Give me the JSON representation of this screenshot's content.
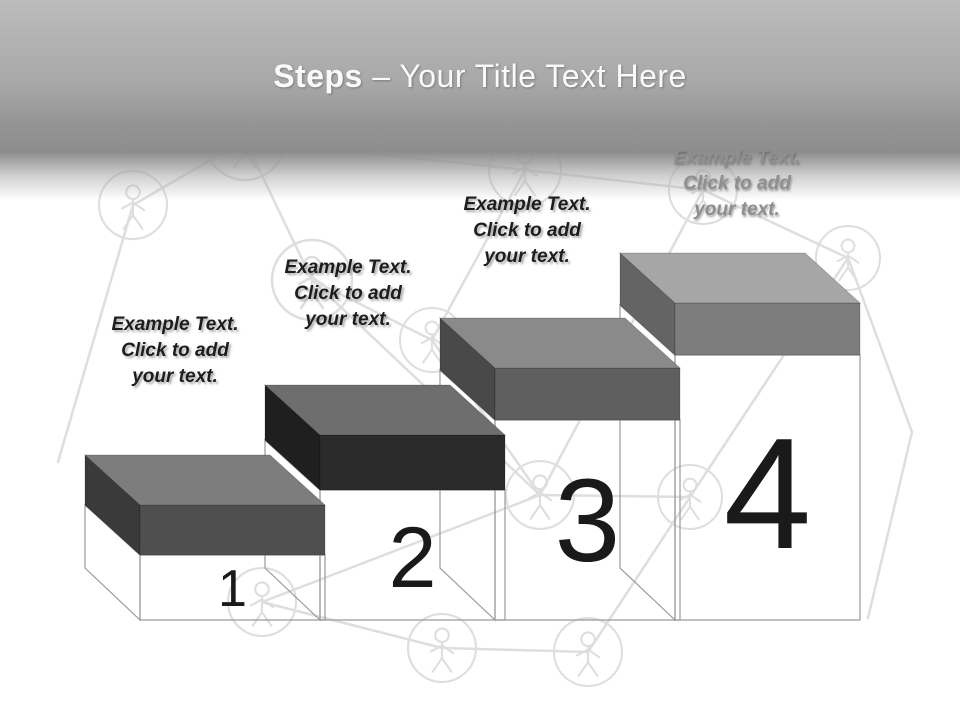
{
  "title": {
    "emphasis": "Steps",
    "rest": "– Your Title Text Here"
  },
  "steps": [
    {
      "number": "1",
      "label_lines": [
        "Example Text.",
        "Click  to add",
        "your text."
      ],
      "colors": {
        "top": "#7d7d7d",
        "front": "#4f4f4f",
        "side": "#3a3a3a"
      }
    },
    {
      "number": "2",
      "label_lines": [
        "Example Text.",
        "Click  to add",
        "your text."
      ],
      "colors": {
        "top": "#6e6e6e",
        "front": "#2b2b2b",
        "side": "#1f1f1f"
      }
    },
    {
      "number": "3",
      "label_lines": [
        "Example Text.",
        "Click  to add",
        "your text."
      ],
      "colors": {
        "top": "#8a8a8a",
        "front": "#5f5f5f",
        "side": "#494949"
      }
    },
    {
      "number": "4",
      "label_lines": [
        "Example Text.",
        "Click  to add",
        "your text."
      ],
      "colors": {
        "top": "#a6a6a6",
        "front": "#7d7d7d",
        "side": "#646464"
      }
    }
  ],
  "background": {
    "band_gradient_top": "#bcbcbc",
    "band_gradient_mid": "#8e8e8e",
    "doodle_color": "#dedede",
    "column_outline_color": "#9a9a9a",
    "number_color": "#1a1a1a",
    "label_text_color": "#1d1d1d",
    "label_muted_color": "#8f8f8f",
    "title_color": "#fafafa"
  }
}
